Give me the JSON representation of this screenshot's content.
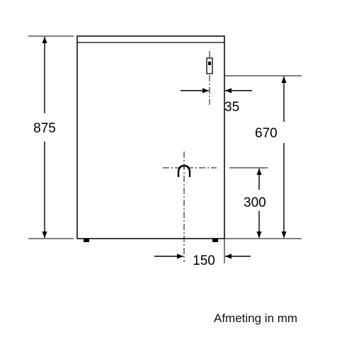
{
  "dimensions": {
    "height_total": "875",
    "height_connection": "670",
    "height_drain": "300",
    "offset_connection": "35",
    "offset_drain": "150"
  },
  "caption": "Afmeting in mm"
}
